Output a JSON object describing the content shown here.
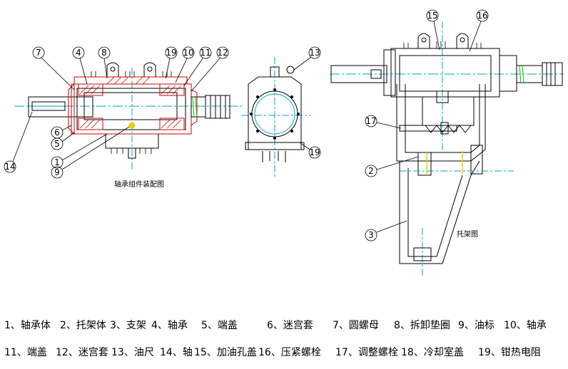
{
  "captions": {
    "assembly": "轴承组件装配图",
    "bracket": "托架图"
  },
  "callouts": {
    "left": [
      "7",
      "4",
      "8",
      "19",
      "10",
      "11",
      "12",
      "6",
      "5",
      "1",
      "9",
      "14"
    ],
    "middle": [
      "13",
      "19"
    ],
    "right": [
      "15",
      "16",
      "17",
      "2",
      "3"
    ]
  },
  "legend": [
    "1、轴承体",
    "2、托架体",
    "3、支架",
    "4、轴承",
    "5、端盖",
    "6、迷宫套",
    "7、圆螺母",
    "8、拆卸垫圈",
    "9、油标",
    "10、轴承",
    "11、端盖",
    "12、迷宫套",
    "13、油尺",
    "14、轴",
    "15、加油孔盖",
    "16、压紧螺栓",
    "17、调整螺栓",
    "18、冷却室盖",
    "19、钳热电阻"
  ],
  "colors": {
    "line": "#000000",
    "center": "#00a5c8",
    "hatch": "#d00000",
    "green": "#00c000",
    "yellow": "#e8d000"
  }
}
